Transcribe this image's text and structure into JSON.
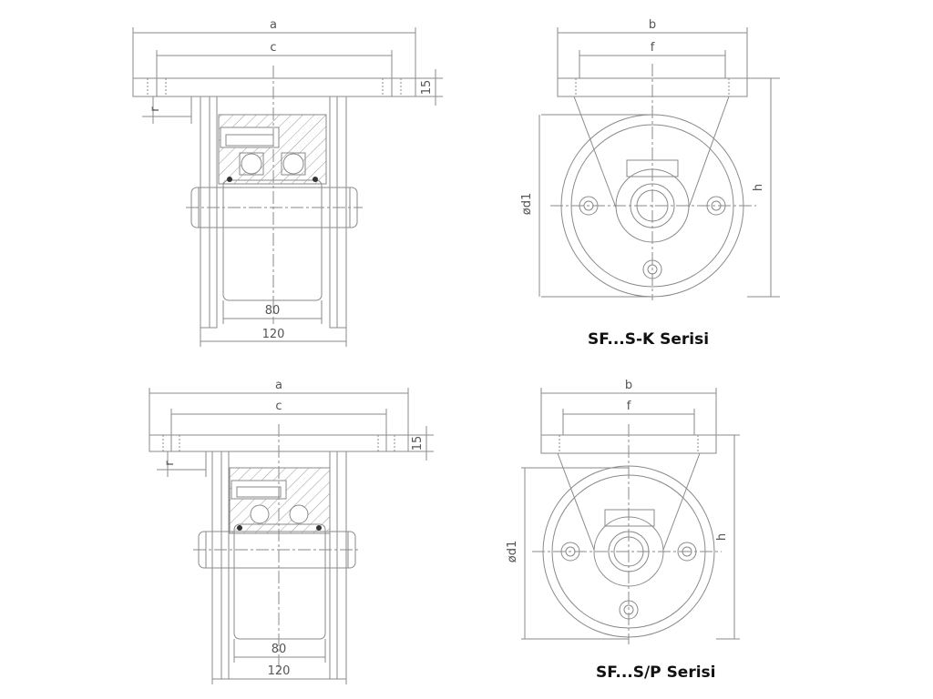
{
  "series_top": {
    "caption": "SF...S-K Serisi",
    "side": {
      "dim_a": "a",
      "dim_c": "c",
      "dim_15": "15",
      "dim_r": "r",
      "dim_80": "80",
      "dim_120": "120"
    },
    "front": {
      "dim_b": "b",
      "dim_f": "f",
      "dim_h": "h",
      "dim_d1": "ød1"
    }
  },
  "series_bottom": {
    "caption": "SF...S/P Serisi",
    "side": {
      "dim_a": "a",
      "dim_c": "c",
      "dim_15": "15",
      "dim_r": "r",
      "dim_80": "80",
      "dim_120": "120"
    },
    "front": {
      "dim_b": "b",
      "dim_f": "f",
      "dim_h": "h",
      "dim_d1": "ød1"
    }
  },
  "colors": {
    "line": "#8a8a8a",
    "text": "#555555",
    "caption": "#111111",
    "hatch": "#9a9a9a"
  }
}
